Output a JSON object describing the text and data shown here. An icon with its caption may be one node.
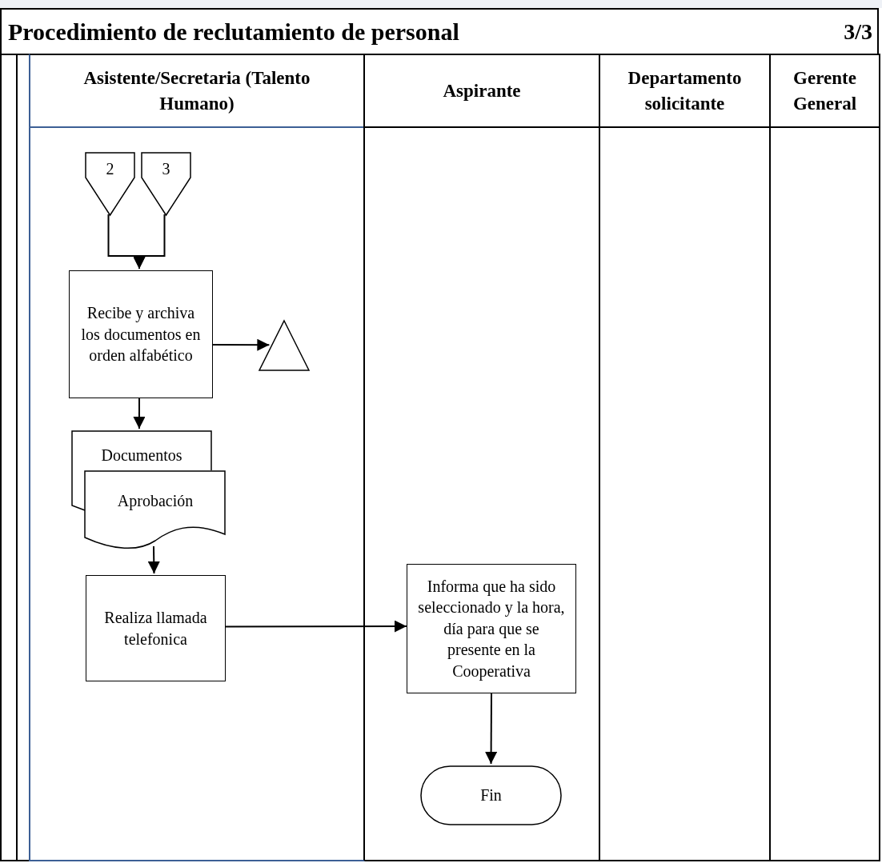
{
  "diagram": {
    "title": "Procedimiento de reclutamiento de personal",
    "nodes": [
      {
        "text": [
          "Asistente/Secretaria (Talento Humano)"
        ]
      },
      {
        "text": [
          "Aspirante"
        ]
      },
      {
        "text": [
          "Departamento solicitante"
        ]
      },
      {
        "text": [
          "Gerente General"
        ]
      },
      {
        "text": [
          "2"
        ],
        "in": 0
      },
      {
        "text": [
          "3"
        ],
        "in": 0
      },
      {
        "text": [
          "Recibe y archiva los documentos en orden alfabético"
        ],
        "in": 0
      },
      {
        "text": [],
        "shape": "triangle",
        "in": 0
      },
      {
        "text": [
          "Documentos"
        ],
        "in": 0
      },
      {
        "text": [
          "Aprobación"
        ],
        "in": 0
      },
      {
        "text": [
          "Realiza llamada telefonica"
        ],
        "in": 0
      },
      {
        "text": [
          "Informa que ha sido seleccionado y la hora, día  para que se presente en la Cooperativa"
        ],
        "in": 1
      },
      {
        "text": [
          "Fin"
        ],
        "in": 1
      }
    ],
    "edges": [
      {
        "from": 4,
        "to": 6,
        "arrow": "to"
      },
      {
        "from": 5,
        "to": 6,
        "arrow": "to"
      },
      {
        "from": 6,
        "to": 7,
        "arrow": "to"
      },
      {
        "from": 6,
        "to": 8,
        "arrow": "to"
      },
      {
        "from": 9,
        "to": 10,
        "arrow": "to"
      },
      {
        "from": 10,
        "to": 11,
        "arrow": "to"
      },
      {
        "from": 11,
        "to": 12,
        "arrow": "to"
      }
    ],
    "labels": [
      "3/3"
    ]
  }
}
